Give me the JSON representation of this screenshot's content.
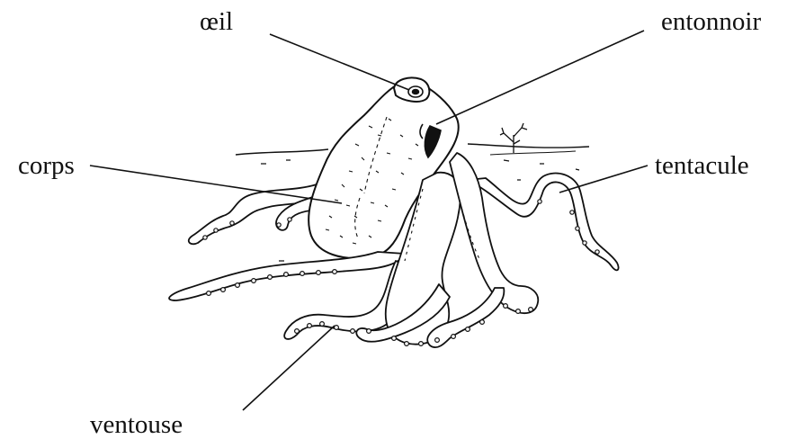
{
  "labels": {
    "oeil": "œil",
    "entonnoir": "entonnoir",
    "corps": "corps",
    "tentacule": "tentacule",
    "ventouse": "ventouse"
  },
  "colors": {
    "ink": "#111111",
    "background": "#ffffff"
  }
}
